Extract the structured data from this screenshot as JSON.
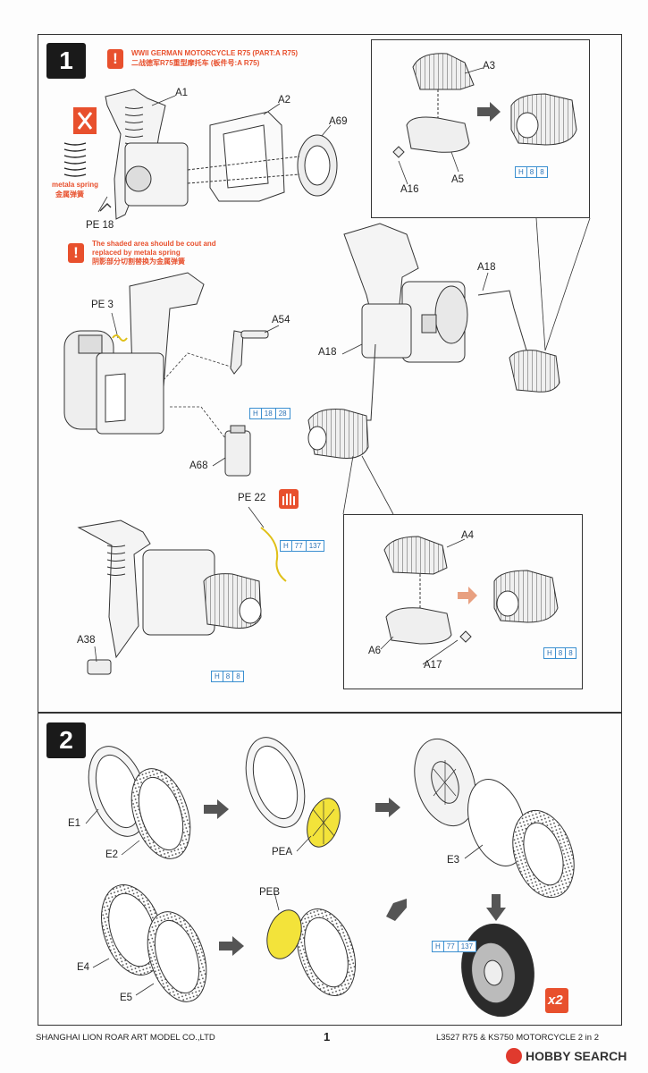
{
  "step1": {
    "number": "1",
    "note1_line1": "WWII GERMAN MOTORCYCLE R75 (PART:A R75)",
    "note1_line2": "二战德军R75重型摩托车 (板件号:A R75)",
    "note2": "The shaded area should be cout and\nreplaced by metala spring\n阴影部分切割替换为金属弹簧",
    "spring_label_en": "metala spring",
    "spring_label_cn": "金属弹簧",
    "parts": {
      "a1": "A1",
      "a2": "A2",
      "a69": "A69",
      "pe18": "PE 18",
      "a3": "A3",
      "a5": "A5",
      "a16": "A16",
      "pe3": "PE 3",
      "a54": "A54",
      "a68": "A68",
      "a18_top": "A18",
      "a18_left": "A18",
      "pe22": "PE 22",
      "a38": "A38",
      "a4": "A4",
      "a6": "A6",
      "a17": "A17"
    },
    "paint": {
      "p1": [
        "H",
        "8",
        "8"
      ],
      "p2": [
        "H",
        "18",
        "28"
      ],
      "p3": [
        "H",
        "77",
        "137"
      ],
      "p4": [
        "H",
        "8",
        "8"
      ],
      "p5": [
        "H",
        "8",
        "8"
      ]
    }
  },
  "step2": {
    "number": "2",
    "parts": {
      "e1": "E1",
      "e2": "E2",
      "pea": "PEA",
      "e3": "E3",
      "e4": "E4",
      "e5": "E5",
      "peb": "PEB"
    },
    "paint": [
      "H",
      "77",
      "137"
    ],
    "multiplier": "x2"
  },
  "footer": {
    "company": "SHANGHAI LION ROAR ART MODEL CO.,LTD",
    "page": "1",
    "product": "L3527 R75 & KS750 MOTORCYCLE 2 in 2",
    "watermark": "HOBBY SEARCH"
  },
  "colors": {
    "accent_orange": "#e8502d",
    "paint_blue": "#3a8fd0",
    "pe_yellow": "#f3e33a",
    "arrow_gray": "#555555"
  }
}
